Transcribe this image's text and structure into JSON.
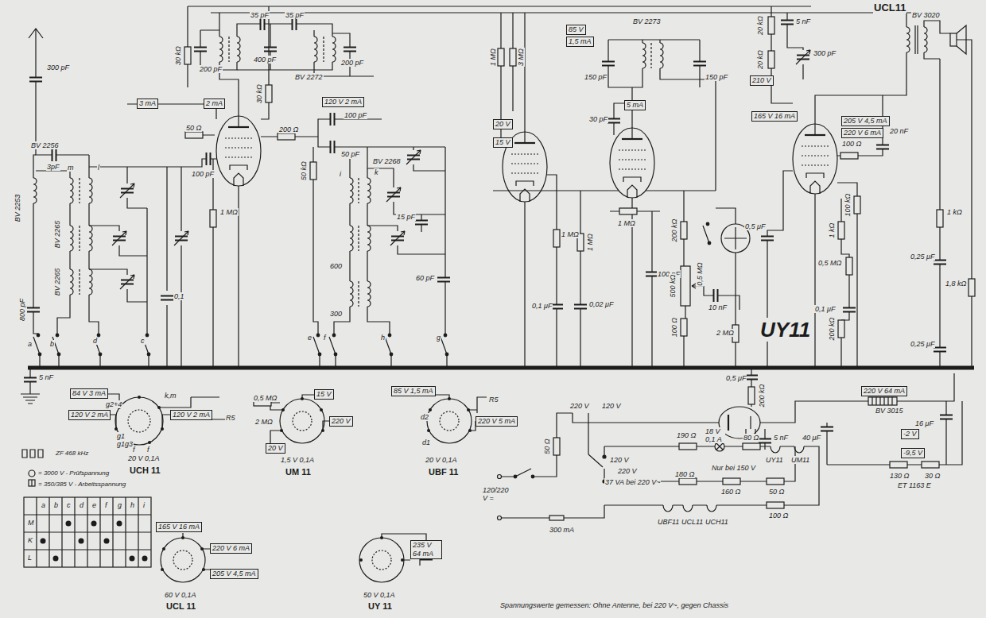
{
  "diagram": {
    "nodes": [
      {
        "text": [
          "3 mA"
        ]
      },
      {
        "text": [
          "2 mA"
        ]
      },
      {
        "text": [
          "120 V 2 mA"
        ]
      },
      {
        "text": [
          "85 V"
        ]
      },
      {
        "text": [
          "1,5 mA"
        ]
      },
      {
        "text": [
          "20 V"
        ]
      },
      {
        "text": [
          "15 V"
        ]
      },
      {
        "text": [
          "5 mA"
        ]
      },
      {
        "text": [
          "210 V"
        ]
      },
      {
        "text": [
          "165 V 16 mA"
        ]
      },
      {
        "text": [
          "205 V 4,5 mA"
        ]
      },
      {
        "text": [
          "220 V 6 mA"
        ]
      },
      {
        "text": [
          "220 V 64 mA"
        ]
      },
      {
        "text": [
          "-2 V"
        ]
      },
      {
        "text": [
          "-9,5 V"
        ]
      },
      {
        "text": [
          "84 V 3 mA"
        ]
      },
      {
        "text": [
          "120 V 2 mA"
        ]
      },
      {
        "text": [
          "120 V 2 mA"
        ]
      },
      {
        "text": [
          "15 V"
        ]
      },
      {
        "text": [
          "220 V"
        ]
      },
      {
        "text": [
          "20 V"
        ]
      },
      {
        "text": [
          "85 V 1,5 mA"
        ]
      },
      {
        "text": [
          "220 V 5 mA"
        ]
      },
      {
        "text": [
          "165 V 16 mA"
        ]
      },
      {
        "text": [
          "220 V 6 mA"
        ]
      },
      {
        "text": [
          "205 V 4,5 mA"
        ]
      },
      {
        "text": [
          "235 V 64 mA"
        ]
      }
    ],
    "labels": [
      "UCL11",
      "BV 3020",
      "300 pF",
      "BV 2256",
      "3pF",
      "m",
      "l",
      "BV 2253",
      "BV 2265",
      "BV 2265",
      "800 pF",
      "a",
      "b",
      "d",
      "c",
      "5 nF",
      "30 kΩ",
      "35 pF",
      "200 pF",
      "400 pF",
      "35 pF",
      "200 pF",
      "BV 2272",
      "50 Ω",
      "100 pF",
      "30 kΩ",
      "100 pF",
      "200 Ω",
      "50 pF",
      "BV 2268",
      "50 kΩ",
      "i",
      "k",
      "1 MΩ",
      "0,1",
      "15 pF",
      "600",
      "300",
      "60 pF",
      "e",
      "f",
      "h",
      "g",
      "1 MΩ",
      "3 MΩ",
      "BV 2273",
      "150 pF",
      "150 pF",
      "30 pF",
      "1 MΩ",
      "1 MΩ",
      "0,1 μF",
      "0,02 μF",
      "1 MΩ",
      "100 pF",
      "200 kΩ",
      "500 kΩ",
      "0,5 MΩ",
      "10 nF",
      "100 Ω",
      "2 MΩ",
      "20 kΩ",
      "5 nF",
      "20 kΩ",
      "300 pF",
      "100 Ω",
      "20 nF",
      "100 kΩ",
      "1 kΩ",
      "0,5 MΩ",
      "0,1 μF",
      "0,5 μF",
      "200 kΩ",
      "1 kΩ",
      "0,25 μF",
      "1,8 kΩ",
      "0,25 μF",
      "0,5 μF",
      "200 kΩ",
      "UY11",
      "BV 3015",
      "16 μF",
      "130 Ω",
      "30 Ω",
      "ET 1163 E",
      "40 μF",
      "5 nF",
      "220 V",
      "120 V",
      "50 Ω",
      "190 Ω",
      "18 V 0,1 A",
      "80 Ω",
      "UY11",
      "UM11",
      "180 Ω",
      "Nur bei 150 V",
      "160 Ω",
      "50 Ω",
      "100 Ω",
      "UBF11",
      "UCL11",
      "UCH11",
      "300 mA",
      "120/220 V =",
      "120 V",
      "220 V",
      "37 VA bei 220 V~",
      "Spannungswerte gemessen: Ohne Antenne, bei 220 V~, gegen Chassis",
      "g2+4",
      "g1",
      "g1g3",
      "k,m",
      "f",
      "f",
      "R5",
      "20 V 0,1A",
      "UCH 11",
      "0,5 MΩ",
      "2 MΩ",
      "1,5 V 0,1A",
      "UM 11",
      "d1",
      "d2",
      "R5",
      "20 V 0,1A",
      "UBF 11",
      "60 V 0,1A",
      "UCL 11",
      "50 V 0,1A",
      "UY 11",
      "a",
      "b",
      "c",
      "d",
      "e",
      "f",
      "g",
      "h",
      "i",
      "M",
      "K",
      "L"
    ],
    "legend": [
      {
        "text": "ZF 468 kHz"
      },
      {
        "text": "= 3000 V - Prüfspannung"
      },
      {
        "text": "= 350/385 V - Arbeitsspannung"
      }
    ]
  }
}
